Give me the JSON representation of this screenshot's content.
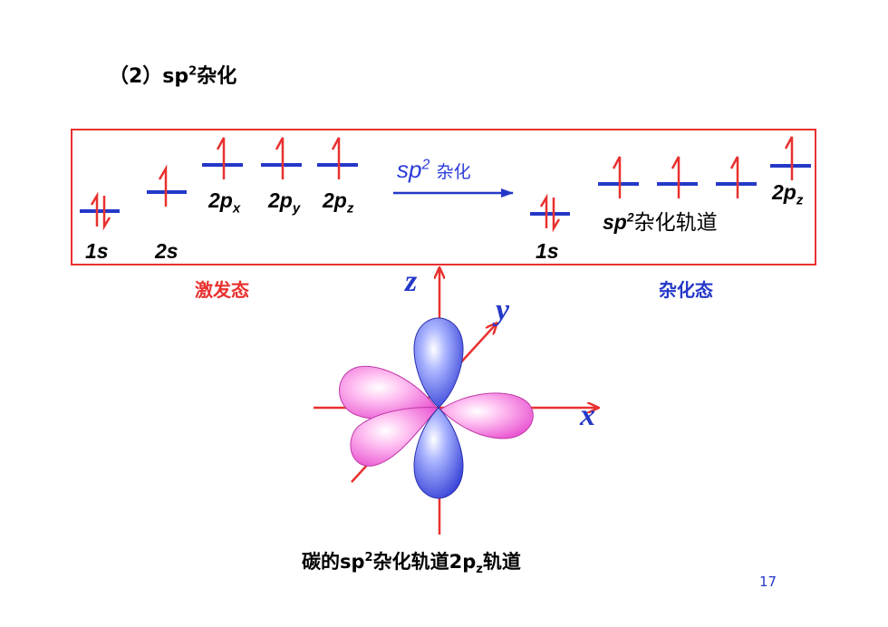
{
  "title": {
    "prefix": "（2）sp",
    "sup": "2",
    "suffix": "杂化"
  },
  "excited": {
    "orbitals": [
      {
        "label": "1s",
        "sub": ""
      },
      {
        "label": "2s",
        "sub": ""
      },
      {
        "label": "2p",
        "sub": "x"
      },
      {
        "label": "2p",
        "sub": "y"
      },
      {
        "label": "2p",
        "sub": "z"
      }
    ],
    "state_label": "激发态"
  },
  "arrow": {
    "text": "sp",
    "sup": "2",
    "cn": "杂化"
  },
  "hybrid": {
    "orbitals": [
      {
        "label": "1s",
        "sub": ""
      },
      {
        "label": "2p",
        "sub": "z"
      }
    ],
    "sp2_label": {
      "prefix": "sp",
      "sup": "2",
      "suffix": "杂化轨道"
    },
    "state_label": "杂化态"
  },
  "axes": {
    "x": "x",
    "y": "y",
    "z": "z"
  },
  "caption": {
    "part1": "碳的sp",
    "sup": "2",
    "part2": "杂化轨道2p",
    "sub": "z",
    "part3": "轨道"
  },
  "page_number": "17",
  "colors": {
    "frame": "#e8312f",
    "level": "#2438c8",
    "electron": "#e8312f",
    "pink_lobe": "#f58ee0",
    "blue_lobe": "#5a6bf0"
  }
}
